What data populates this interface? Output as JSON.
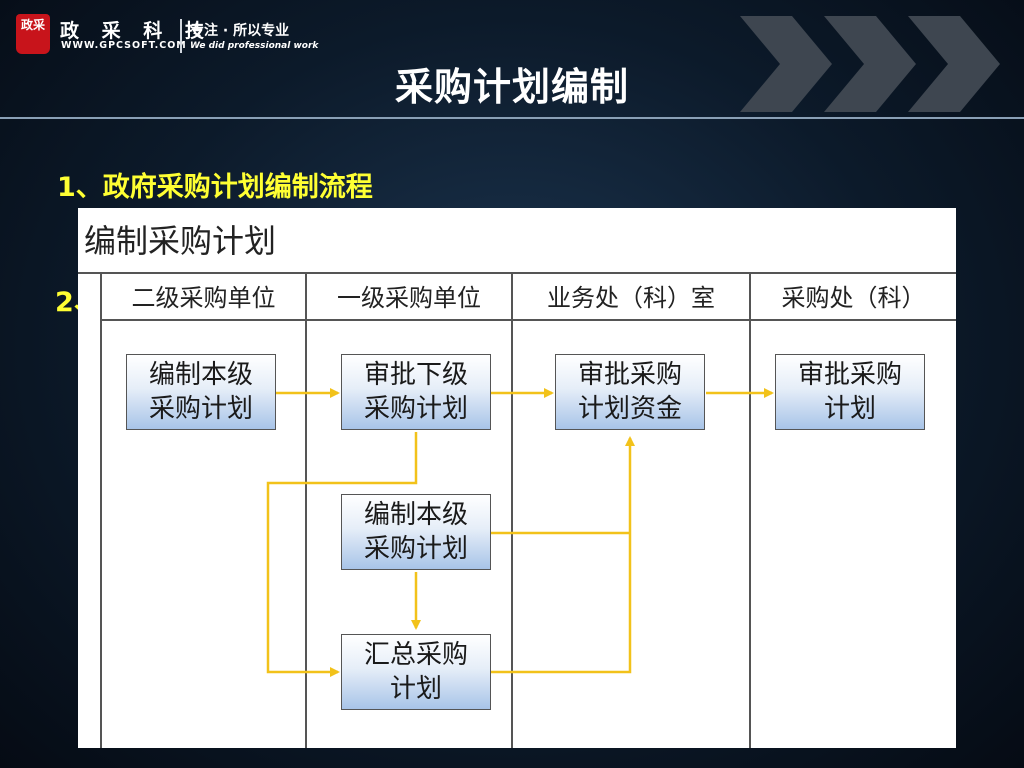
{
  "header": {
    "logo_seal_text": "政采",
    "brand_name": "政 采 科 技",
    "brand_url": "WWW.GPCSOFT.COM",
    "slogan": "专注 · 所以专业",
    "slogan_en": "We did professional work"
  },
  "page": {
    "title": "采购计划编制",
    "section_1": "1、政府采购计划编制流程",
    "section_2": "2、"
  },
  "diagram": {
    "title": "编制采购计划",
    "lanes": [
      "二级采购单位",
      "一级采购单位",
      "业务处（科）室",
      "采购处（科）"
    ],
    "boxes": {
      "l2_compile": "编制本级\n采购计划",
      "l1_approve": "审批下级\n采购计划",
      "dept_funds": "审批采购\n计划资金",
      "proc_approve": "审批采购\n计划",
      "l1_compile": "编制本级\n采购计划",
      "l1_summary": "汇总采购\n计划"
    },
    "colors": {
      "arrow": "#f2c21a",
      "box_fill": "#a8c4e8",
      "heading": "#ffff33"
    }
  }
}
